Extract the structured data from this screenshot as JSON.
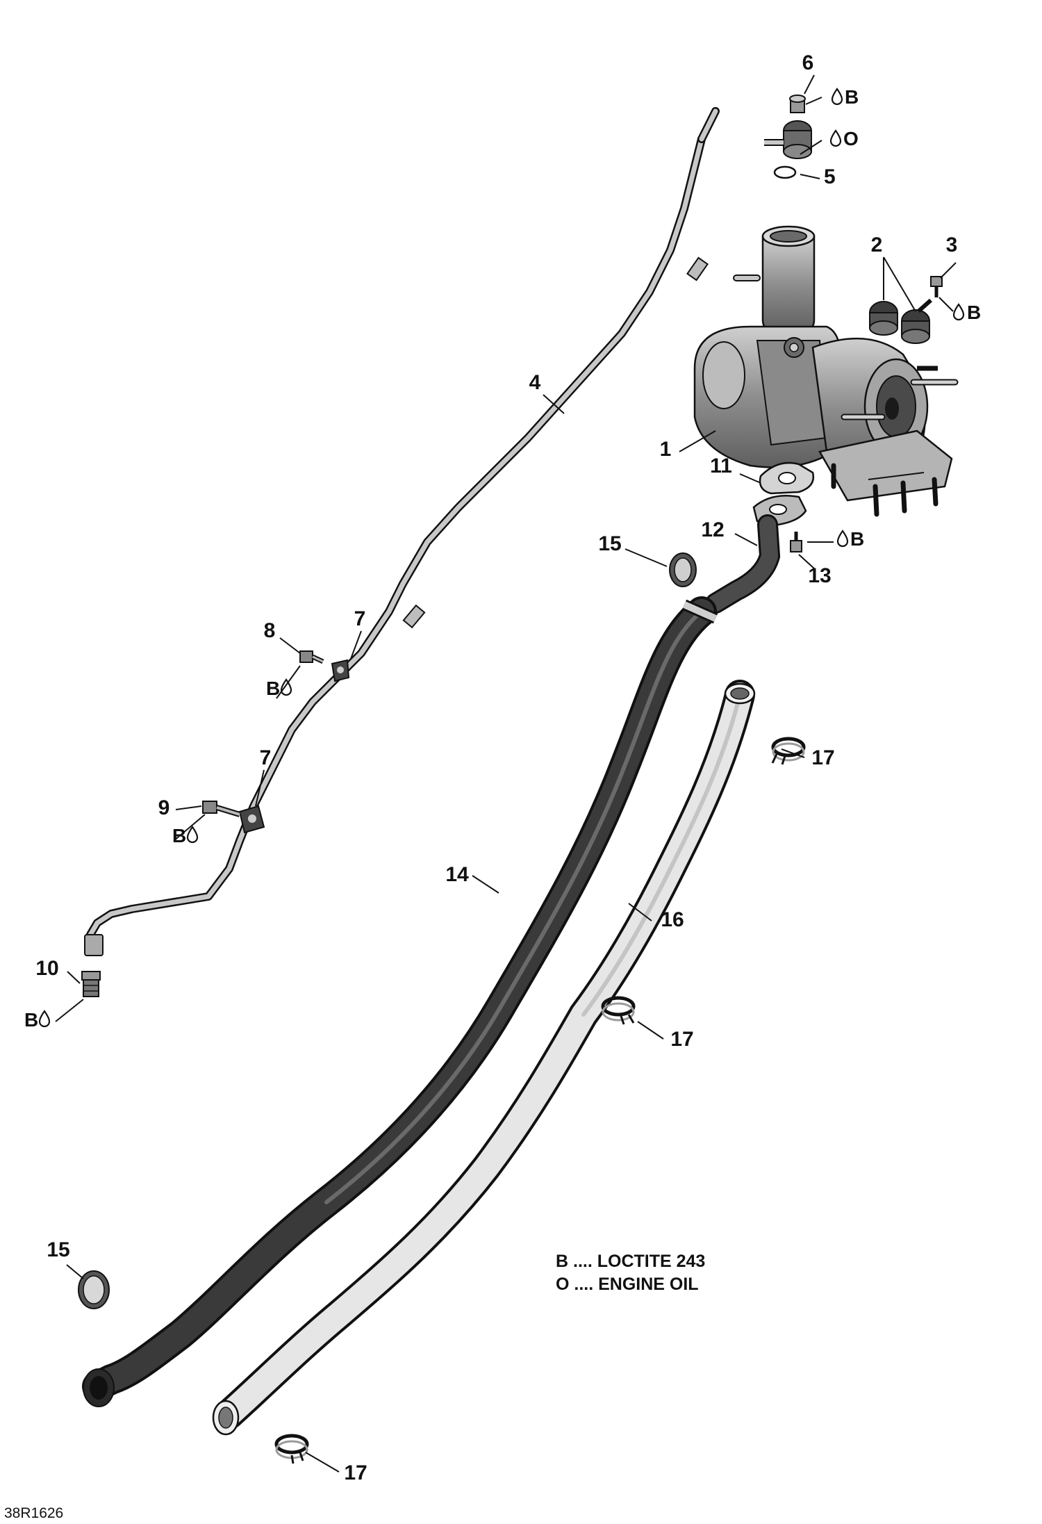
{
  "callouts": {
    "c1": "1",
    "c2": "2",
    "c3": "3",
    "c4": "4",
    "c5": "5",
    "c6": "6",
    "c7a": "7",
    "c7b": "7",
    "c8": "8",
    "c9": "9",
    "c10": "10",
    "c11": "11",
    "c12": "12",
    "c13": "13",
    "c14": "14",
    "c15a": "15",
    "c15b": "15",
    "c16": "16",
    "c17a": "17",
    "c17b": "17",
    "c17c": "17"
  },
  "codes": {
    "b6": "B",
    "o5": "O",
    "b3": "B",
    "b13": "B",
    "b8": "B",
    "b9": "B",
    "b10": "B"
  },
  "legend": {
    "loctite": "B .... LOCTITE 243",
    "oil": "O .... ENGINE OIL"
  },
  "reference_code": "38R1626",
  "colors": {
    "line": "#111111",
    "part_light": "#dcdcdc",
    "part_mid": "#9a9a9a",
    "hose_dark": "#3a3a3a"
  }
}
